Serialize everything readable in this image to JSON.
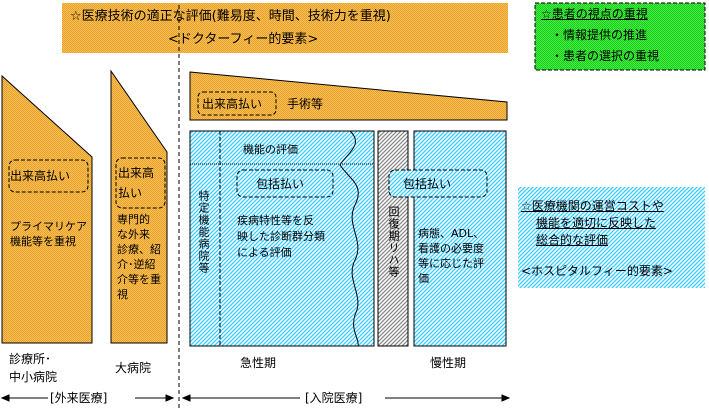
{
  "doctor_fee": {
    "title": "☆医療技術の適正な評価(難易度、時間、技術力を重視)",
    "subtitle": "<ドクターフィー的要素>"
  },
  "patient_view": {
    "title": "☆患者の視点の重視",
    "items": [
      "・情報提供の推進",
      "・患者の選択の重視"
    ]
  },
  "hospital_fee": {
    "title_lines": [
      "☆医療機関の運営コストや",
      "機能を適切に反映した",
      "総合的な評価"
    ],
    "subtitle": "<ホスピタルフィー的要素>"
  },
  "outpatient": {
    "clinic": {
      "payment": "出来高払い",
      "desc_lines": [
        "プライマリケア",
        "機能等を重視"
      ],
      "label_lines": [
        "診療所･",
        "中小病院"
      ]
    },
    "large_hospital": {
      "payment_lines": [
        "出来高",
        "払い"
      ],
      "desc_lines": [
        "専門的",
        "な外来",
        "診療、紹",
        "介･逆紹",
        "介等を重",
        "視"
      ],
      "label": "大病院"
    },
    "range_label": "[外来医療]"
  },
  "inpatient": {
    "fee_for_service": {
      "payment": "出来高払い",
      "note": "手術等"
    },
    "acute": {
      "function_eval": "機能の評価",
      "special_label": "特定機能病院等",
      "payment": "包括払い",
      "desc_lines": [
        "疾病特性等を反",
        "映した診断群分類",
        "による評価"
      ],
      "label": "急性期"
    },
    "rehab_label": "回復期リハ等",
    "chronic": {
      "payment": "包括払い",
      "desc_lines": [
        "病態、ADL、",
        "看護の必要度",
        "等に応じた評",
        "価"
      ],
      "label": "慢性期"
    },
    "range_label": "[入院医療]"
  },
  "colors": {
    "orange": "#F5B53F",
    "green": "#33E033",
    "blue": "#33CCFF",
    "gray": "#888888"
  }
}
